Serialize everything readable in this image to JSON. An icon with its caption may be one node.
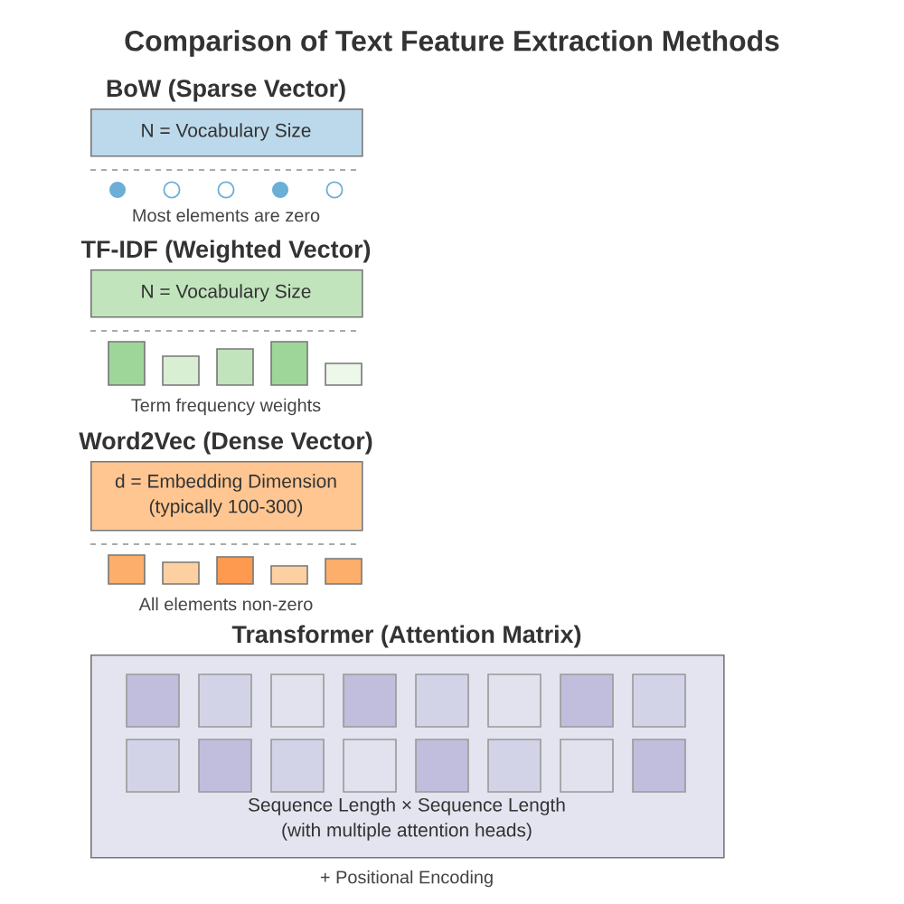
{
  "diagram": {
    "title": "Comparison of Text Feature Extraction Methods",
    "nodes": [
      {
        "text": [
          "BoW (Sparse Vector)",
          "N = Vocabulary Size"
        ]
      },
      {
        "text": [
          "TF-IDF (Weighted Vector)",
          "N = Vocabulary Size"
        ]
      },
      {
        "text": [
          "Word2Vec (Dense Vector)",
          "d = Embedding Dimension (typically 100-300)"
        ]
      },
      {
        "text": [
          "Transformer (Attention Matrix)",
          "Sequence Length × Sequence Length (with multiple attention heads)"
        ]
      }
    ],
    "labels": [
      "Most elements are zero",
      "Term frequency weights",
      "All elements non-zero",
      "+ Positional Encoding"
    ]
  }
}
